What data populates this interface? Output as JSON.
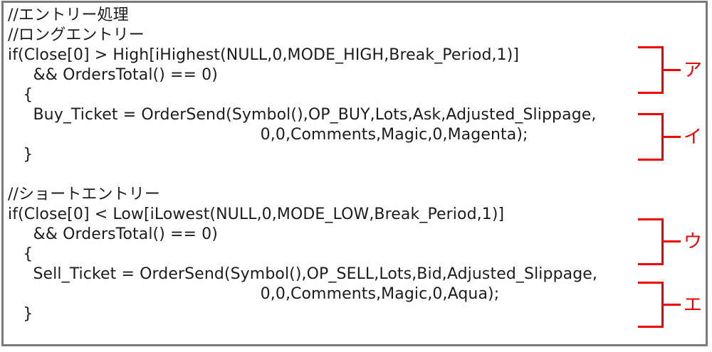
{
  "code": {
    "lines": [
      "//エントリー処理",
      "//ロングエントリー",
      "if(Close[0] > High[iHighest(NULL,0,MODE_HIGH,Break_Period,1)]",
      "     && OrdersTotal() == 0)",
      "   {",
      "     Buy_Ticket = OrderSend(Symbol(),OP_BUY,Lots,Ask,Adjusted_Slippage,",
      "                                                  0,0,Comments,Magic,0,Magenta);",
      "   }",
      "",
      "//ショートエントリー",
      "if(Close[0] < Low[iLowest(NULL,0,MODE_LOW,Break_Period,1)]",
      "     && OrdersTotal() == 0)",
      "   {",
      "     Sell_Ticket = OrderSend(Symbol(),OP_SELL,Lots,Bid,Adjusted_Slippage,",
      "                                                  0,0,Comments,Magic,0,Aqua);",
      "   }"
    ]
  },
  "annotations": [
    {
      "label": "ア"
    },
    {
      "label": "イ"
    },
    {
      "label": "ウ"
    },
    {
      "label": "エ"
    }
  ],
  "colors": {
    "annotation_red": "#f20000",
    "code_text": "#1c1c1c",
    "frame_border": "#7a7a7a",
    "background": "#ffffff"
  }
}
